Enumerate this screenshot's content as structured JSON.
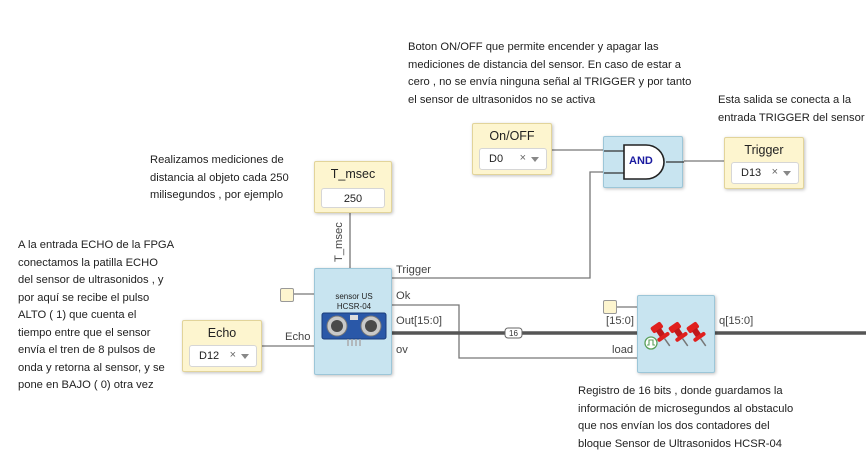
{
  "notes": {
    "onoff": "Boton ON/OFF que permite encender y apagar las\nmediciones de distancia del sensor. En caso de estar a\ncero , no se envía ninguna señal al TRIGGER y por tanto\nel sensor de ultrasonidos no se activa",
    "trigger": "Esta salida se conecta a la\nentrada TRIGGER del sensor",
    "tmsec": "Realizamos mediciones de\ndistancia al objeto cada 250\nmilisegundos , por ejemplo",
    "echo": "A la entrada ECHO de la FPGA\nconectamos la patilla ECHO\ndel sensor de ultrasonidos , y\npor aquí se recibe el pulso\nALTO ( 1) que cuenta el\ntiempo entre que el sensor\nenvía el tren de 8 pulsos de\nonda y retorna al sensor, y se\npone en BAJO ( 0) otra vez",
    "register": "Registro de 16 bits , donde guardamos la\ninformación de microsegundos al obstaculo\nque nos envían los dos contadores del\nbloque Sensor de Ultrasonidos HCSR-04"
  },
  "onoff_input": {
    "title": "On/OFF",
    "pin": "D0",
    "clear": "×"
  },
  "trigger_output": {
    "title": "Trigger",
    "pin": "D13",
    "clear": "×"
  },
  "echo_input": {
    "title": "Echo",
    "pin": "D12",
    "clear": "×"
  },
  "tmsec_const": {
    "title": "T_msec",
    "value": "250"
  },
  "and_gate": {
    "label": "AND"
  },
  "sensor_block": {
    "name": "sensor US",
    "model": "HCSR-04",
    "ports": {
      "trigger": "Trigger",
      "ok": "Ok",
      "out": "Out[15:0]",
      "ov": "ov",
      "echo": "Echo",
      "tmsec": "T_msec"
    }
  },
  "register_block": {
    "ports": {
      "in": "[15:0]",
      "load": "load",
      "out": "q[15:0]"
    }
  },
  "bus_width": "16",
  "colors": {
    "io_fill": "#fdf5cf",
    "hw_fill": "#c8e4f0",
    "wire": "#666666",
    "bus": "#555555",
    "pin_red": "#e0201e"
  }
}
